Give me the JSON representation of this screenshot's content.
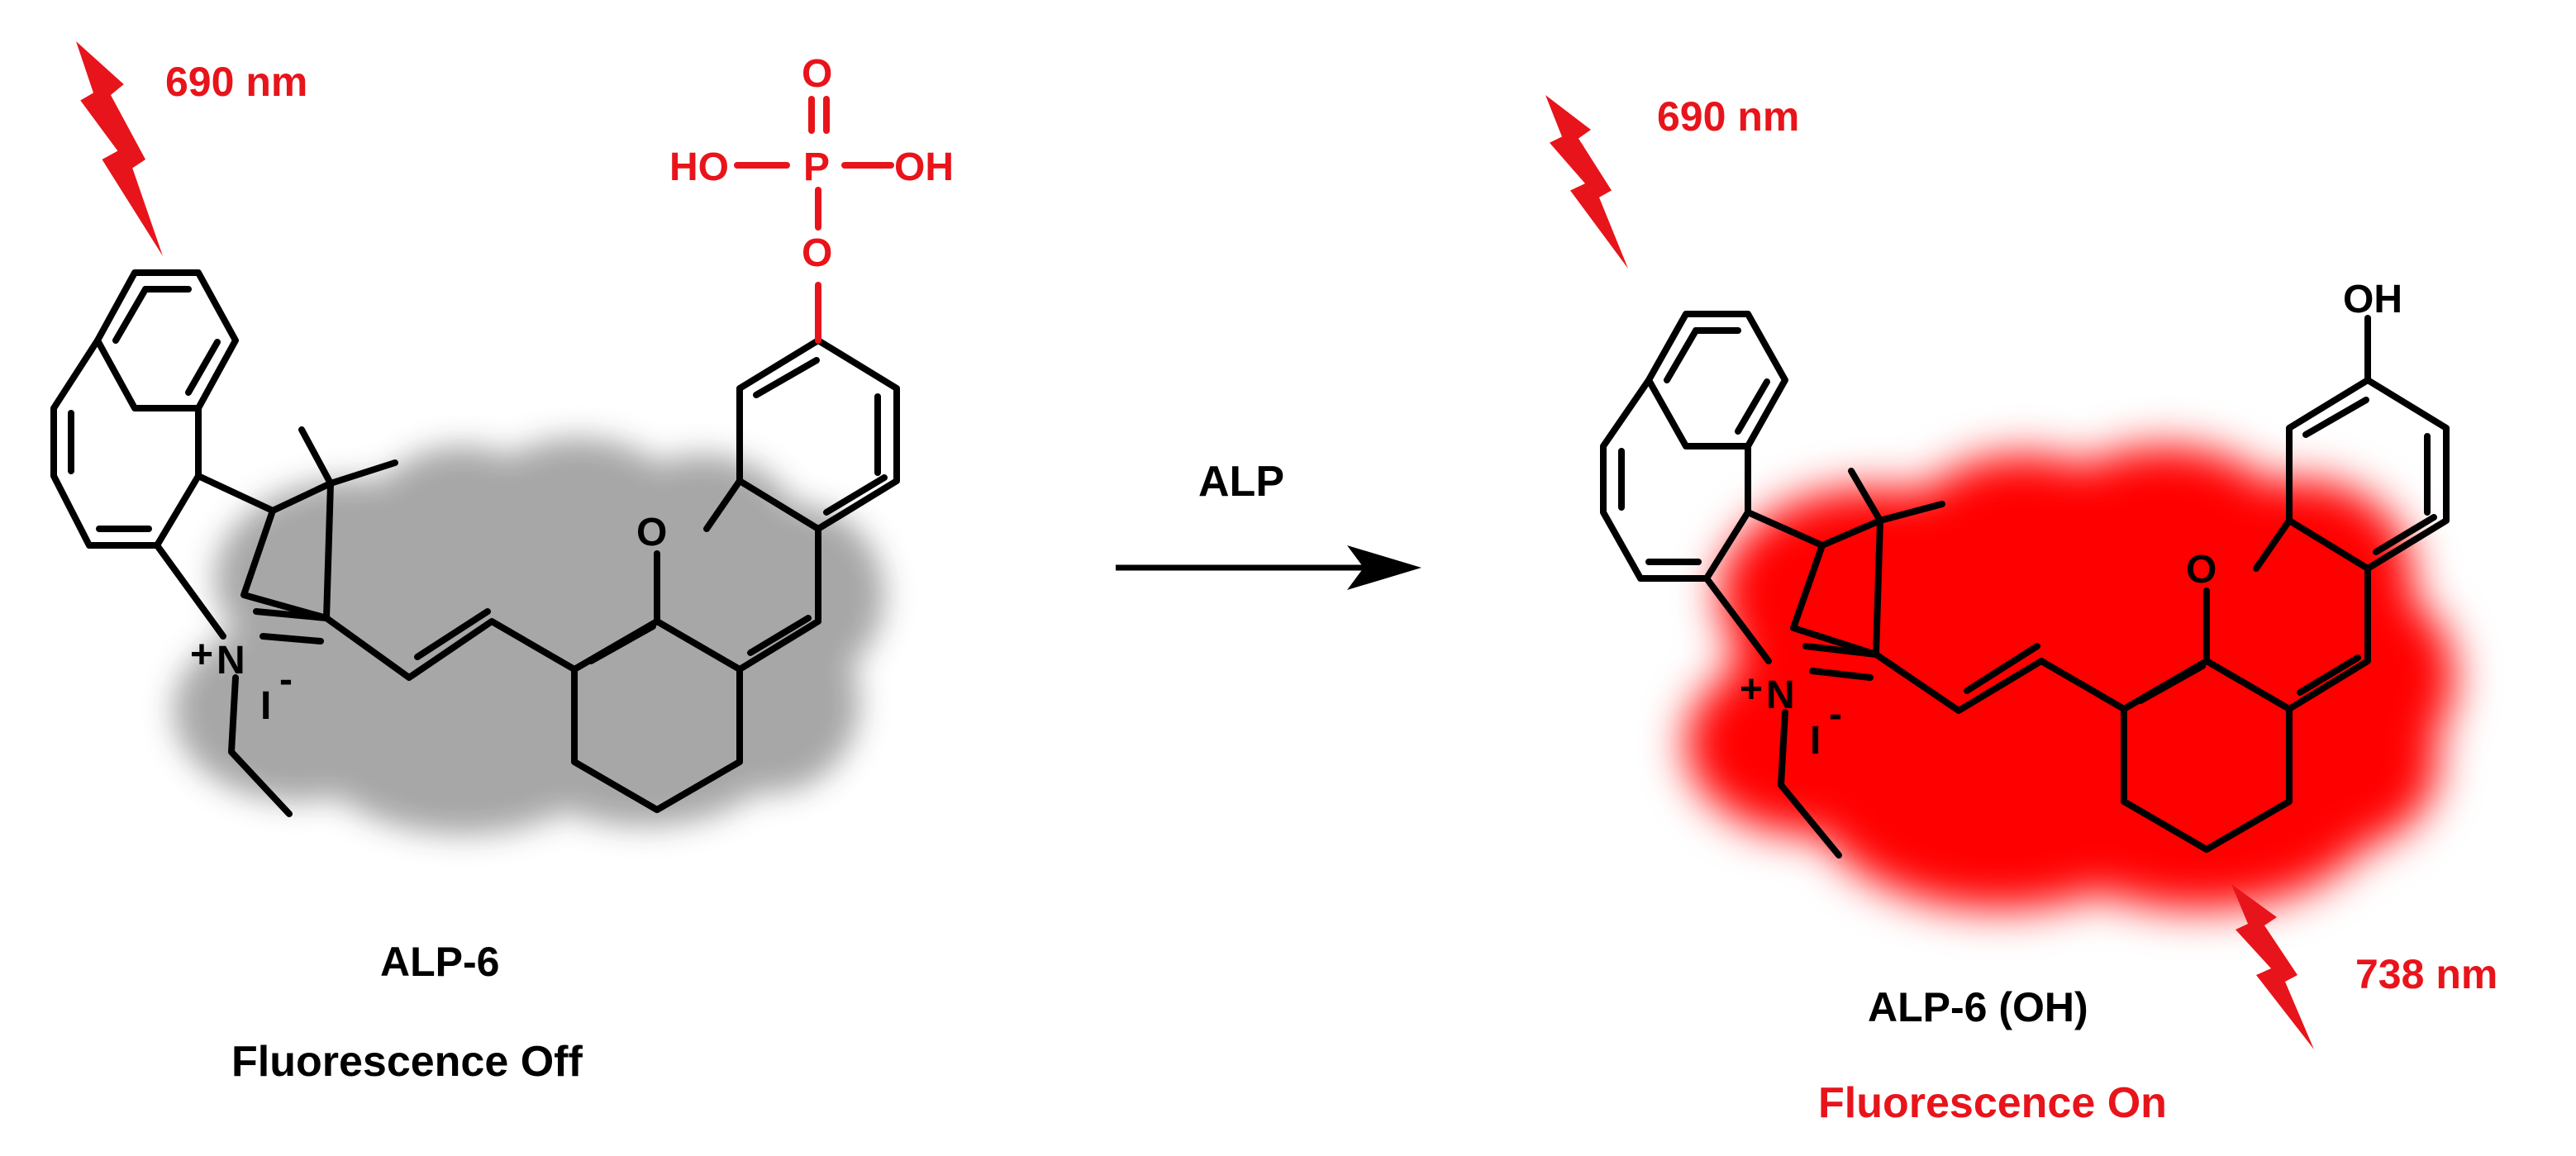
{
  "left": {
    "excitation": "690 nm",
    "name": "ALP-6",
    "state": "Fluorescence Off",
    "phosphate": {
      "top": "O",
      "left": "HO",
      "center": "P",
      "right": "OH",
      "bottom": "O"
    }
  },
  "arrow": {
    "label": "ALP"
  },
  "right": {
    "excitation": "690 nm",
    "emission": "738 nm",
    "name": "ALP-6 (OH)",
    "state": "Fluorescence On",
    "hydroxyl": "OH"
  },
  "atoms": {
    "ring_oxygen": "O",
    "nitrogen": "N",
    "plus": "+",
    "iodide": "I",
    "minus": "-"
  },
  "colors": {
    "accent": "#e8141b",
    "off_cloud": "#a3a3a3",
    "on_cloud": "#ff0000"
  },
  "icons": [
    "lightning-bolt-icon",
    "reaction-arrow-icon"
  ]
}
